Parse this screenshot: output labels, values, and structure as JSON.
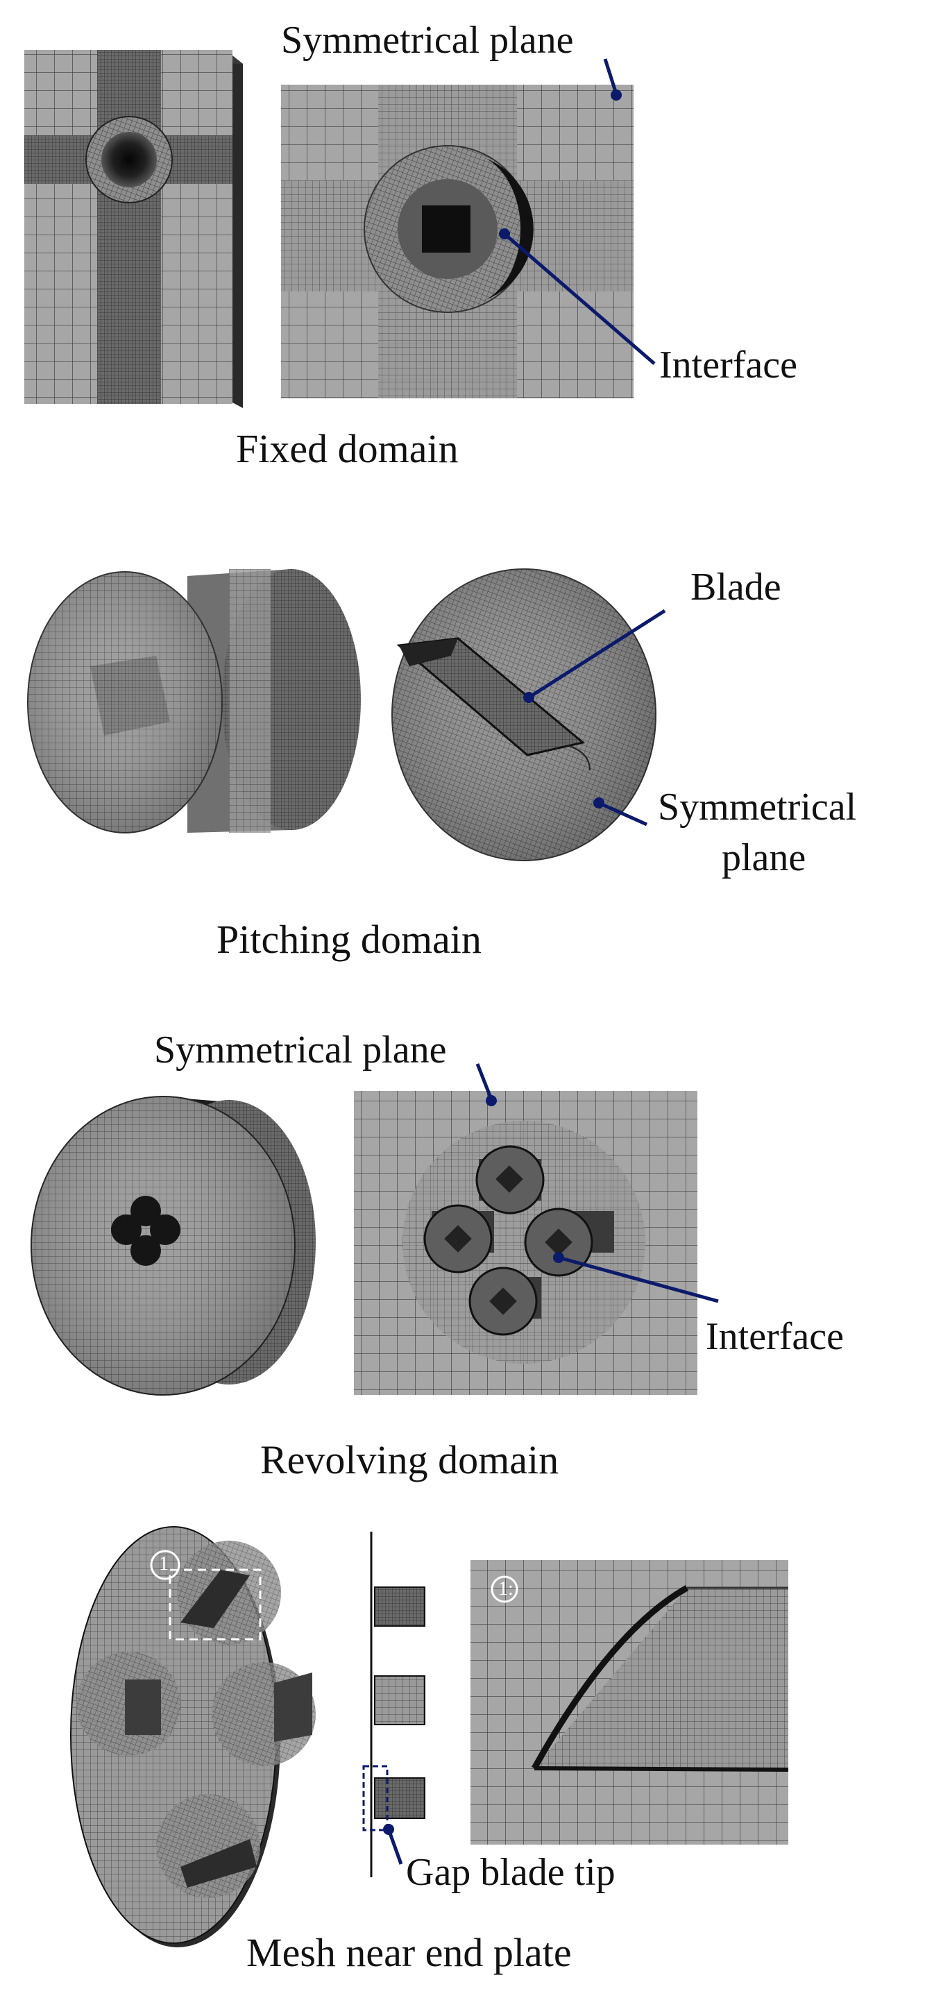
{
  "figure": {
    "fixed": {
      "caption": "Fixed domain",
      "symmetrical_plane_label": "Symmetrical plane",
      "interface_label": "Interface"
    },
    "pitching": {
      "caption": "Pitching domain",
      "blade_label": "Blade",
      "symmetrical_plane_label_line1": "Symmetrical",
      "symmetrical_plane_label_line2": "plane"
    },
    "revolving": {
      "caption": "Revolving domain",
      "symmetrical_plane_label": "Symmetrical plane",
      "interface_label": "Interface"
    },
    "end_plate": {
      "caption": "Mesh near end plate",
      "marker_1": "1",
      "zoom_marker": "1:",
      "gap_label": "Gap blade tip"
    }
  },
  "colors": {
    "pointer": "#0b1a6b",
    "mesh_dark": "#1a1a1a",
    "mesh_mid": "#808080",
    "mesh_light": "#a8a8a8"
  }
}
